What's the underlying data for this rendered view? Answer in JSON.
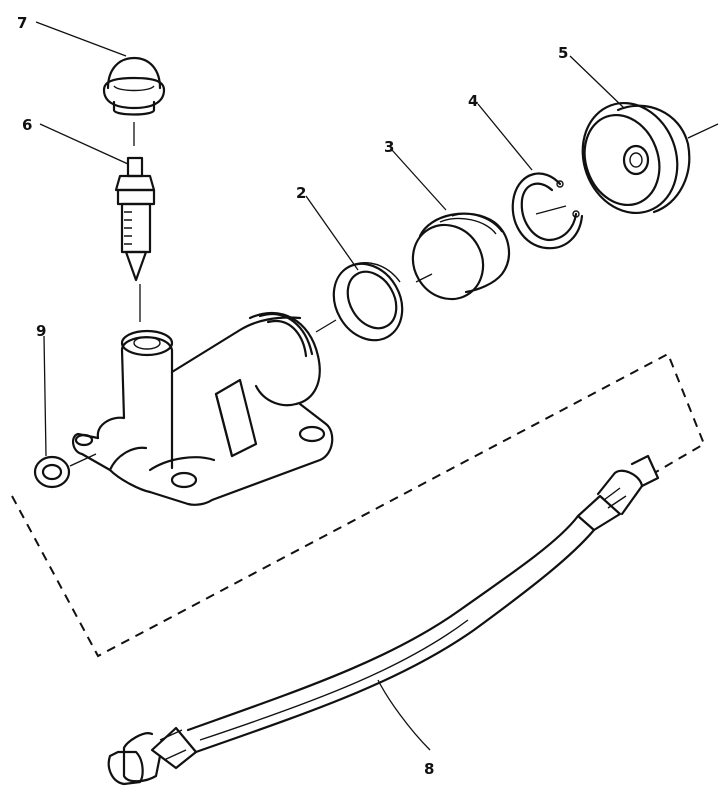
{
  "diagram": {
    "callouts": {
      "c1": "7",
      "c2": "6",
      "c3": "2",
      "c4": "3",
      "c5": "4",
      "c6": "5",
      "c7": "9",
      "c8": "8"
    }
  }
}
